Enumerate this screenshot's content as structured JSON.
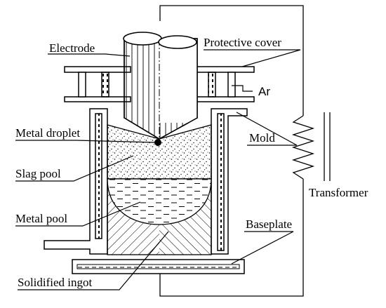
{
  "labels": {
    "electrode": "Electrode",
    "protective_cover": "Protective cover",
    "ar": "Ar",
    "metal_droplet": "Metal droplet",
    "mold": "Mold",
    "slag_pool": "Slag pool",
    "transformer": "Transformer",
    "metal_pool": "Metal pool",
    "baseplate": "Baseplate",
    "solidified_ingot": "Solidified ingot"
  },
  "colors": {
    "stroke": "#000000",
    "background": "#ffffff"
  }
}
